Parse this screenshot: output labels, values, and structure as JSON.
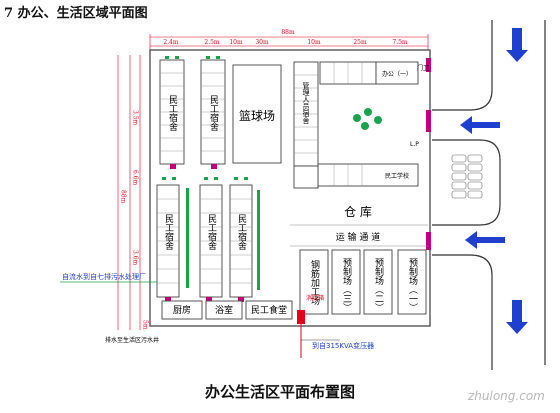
{
  "header": {
    "title": "7 办公、生活区域平面图"
  },
  "caption": "办公生活区平面布置图",
  "watermark": "zhulong.com",
  "colors": {
    "wall": "#7a7a7a",
    "dimension": "#e3001b",
    "label": "#000000",
    "road": "#333333",
    "arrow": "#1f3fd1",
    "grass": "#1aa34a",
    "fixture": "#c0007a"
  },
  "buildings": {
    "dorm_labels": [
      "民工宿舍",
      "民工宿舍",
      "民工宿舍",
      "民工宿舍",
      "民工宿舍"
    ],
    "basketball_court": "篮球场",
    "canteen": "厨房",
    "bathroom": "浴室",
    "workers_canteen": "民工食堂",
    "office_column": "管理人员宿舍",
    "warehouse": "仓  库",
    "transport_lane": "运  输  通  道",
    "rebar_shed": "钢筋加工场",
    "precast_shed_3": "预制场（三）",
    "precast_shed_2": "预制场（二）",
    "precast_shed_1": "预制场（一）",
    "worker_school": "民工学校",
    "office_top": "办公（一）",
    "security": "门卫"
  },
  "annotations": {
    "sewage_note": "自流水到自七排污水处理厂",
    "transformer_note": "到自315KVA变压器",
    "pipe_note": "排水至生活区污水井",
    "fire_box": "消防箱",
    "lp": "L.P"
  },
  "dimensions": [
    "88m",
    "30m",
    "10m",
    "25m",
    "2.4m",
    "10m",
    "2.5m",
    "7.5m",
    "3.5m",
    "6.6m",
    "3.6m",
    "5m",
    "88m"
  ]
}
